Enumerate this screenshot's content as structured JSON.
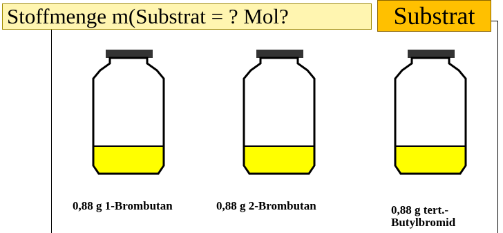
{
  "header": {
    "title": "Stoffmenge m(Substrat = ?  Mol?",
    "badge": "Substrat"
  },
  "jars": [
    {
      "label": "0,88 g 1-Brombutan"
    },
    {
      "label": "0,88 g 2-Brombutan"
    },
    {
      "label_line1": "0,88 g tert.-",
      "label_line2": "Butylbromid"
    }
  ],
  "colors": {
    "title_bg": "#fff5b0",
    "badge_bg": "#ffc000",
    "liquid": "#ffff00",
    "lid": "#333333"
  }
}
